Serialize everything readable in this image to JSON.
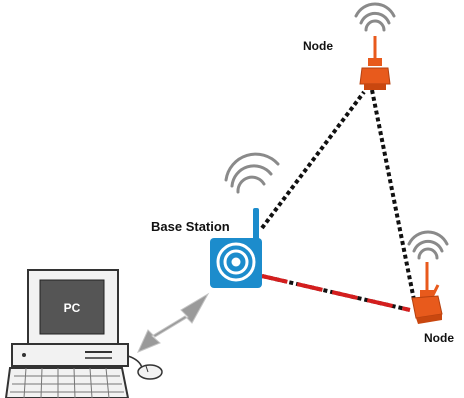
{
  "labels": {
    "top_node": "Node",
    "base_station": "Base Station",
    "right_node": "Node",
    "pc": "PC"
  },
  "colors": {
    "base_station_body": "#1c8ccc",
    "node_body": "#e85a1c",
    "link_dotted": "#111111",
    "link_red": "#d41e1e",
    "arrow": "#9a9a9a",
    "wave": "#8a8a8a",
    "pc_screen": "#555555"
  },
  "icons": {
    "base_station": "wireless-base-station-icon",
    "node": "sensor-node-icon",
    "pc": "desktop-computer-icon",
    "mouse": "mouse-icon",
    "signal": "wireless-signal-icon",
    "arrow": "bidirectional-arrow-icon"
  }
}
